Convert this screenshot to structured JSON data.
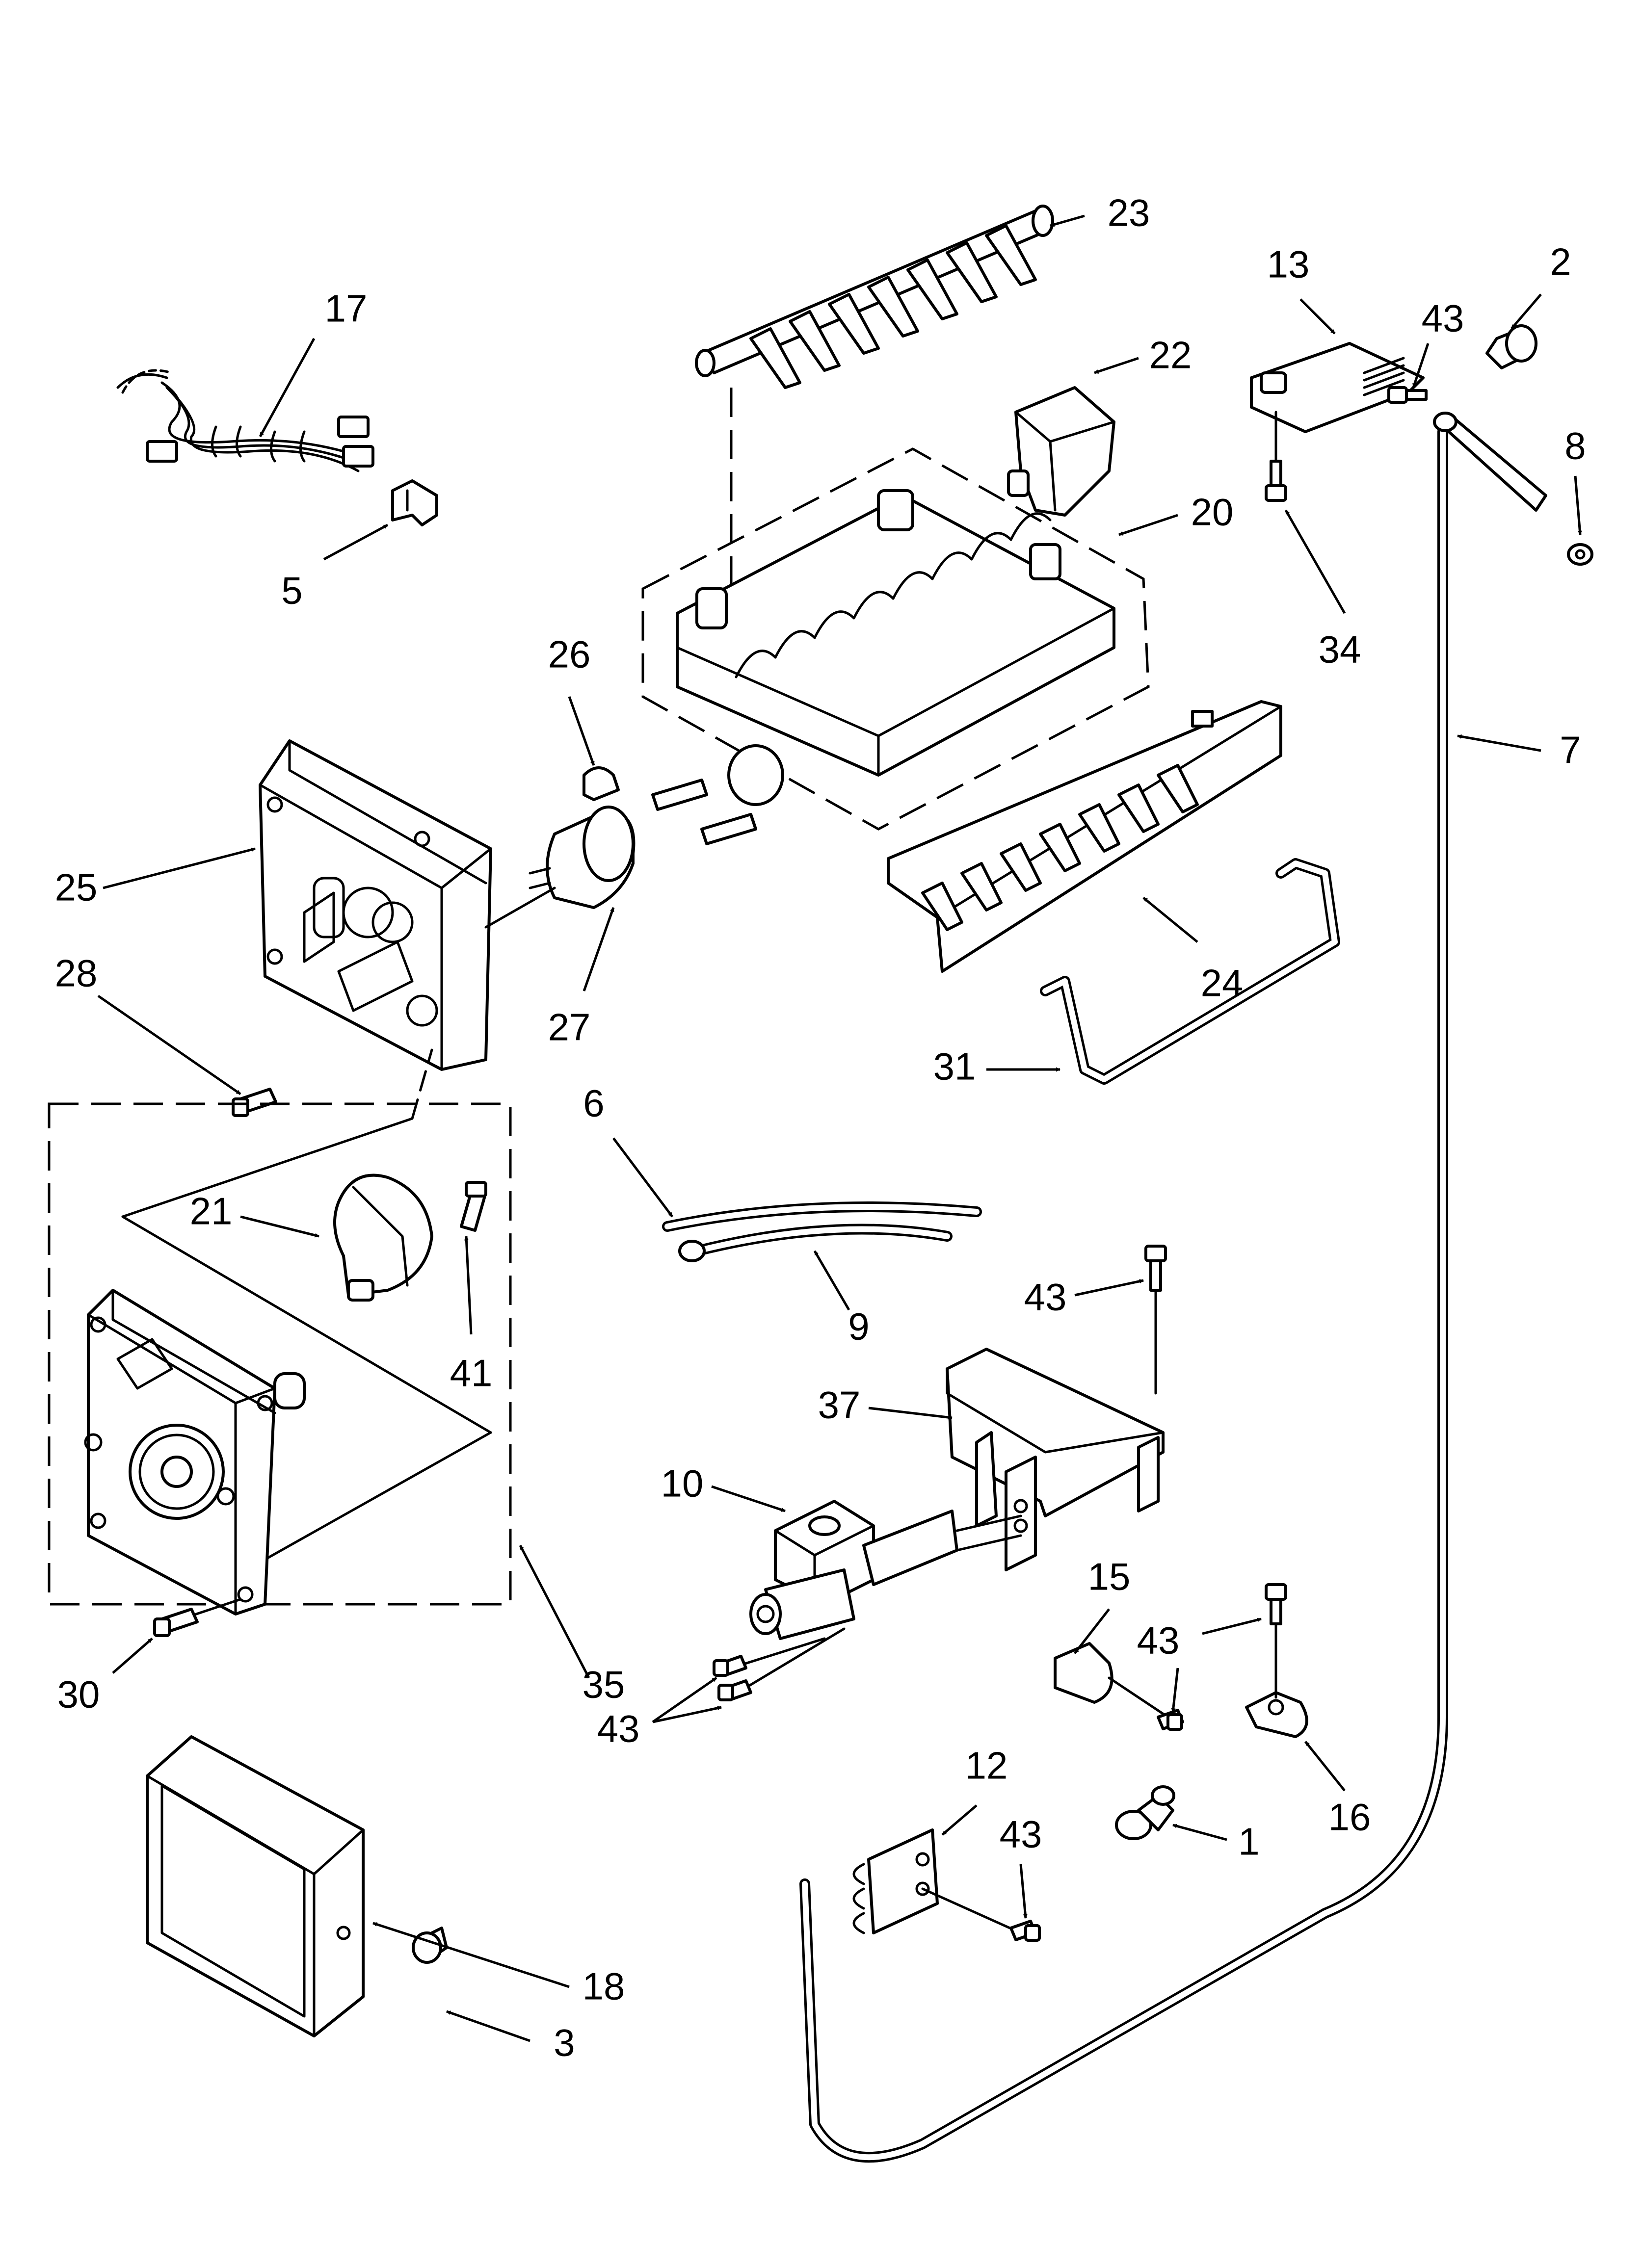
{
  "diagram": {
    "callouts": [
      {
        "id": "p23",
        "text": "23"
      },
      {
        "id": "p17",
        "text": "17"
      },
      {
        "id": "p13",
        "text": "13"
      },
      {
        "id": "p2",
        "text": "2"
      },
      {
        "id": "p43a",
        "text": "43"
      },
      {
        "id": "p22",
        "text": "22"
      },
      {
        "id": "p8",
        "text": "8"
      },
      {
        "id": "p20",
        "text": "20"
      },
      {
        "id": "p5",
        "text": "5"
      },
      {
        "id": "p34",
        "text": "34"
      },
      {
        "id": "p26",
        "text": "26"
      },
      {
        "id": "p7",
        "text": "7"
      },
      {
        "id": "p25",
        "text": "25"
      },
      {
        "id": "p28",
        "text": "28"
      },
      {
        "id": "p27",
        "text": "27"
      },
      {
        "id": "p24",
        "text": "24"
      },
      {
        "id": "p31",
        "text": "31"
      },
      {
        "id": "p6",
        "text": "6"
      },
      {
        "id": "p21",
        "text": "21"
      },
      {
        "id": "p41",
        "text": "41"
      },
      {
        "id": "p9",
        "text": "9"
      },
      {
        "id": "p43b",
        "text": "43"
      },
      {
        "id": "p37",
        "text": "37"
      },
      {
        "id": "p10",
        "text": "10"
      },
      {
        "id": "p15",
        "text": "15"
      },
      {
        "id": "p43c",
        "text": "43"
      },
      {
        "id": "p30",
        "text": "30"
      },
      {
        "id": "p35",
        "text": "35"
      },
      {
        "id": "p43d",
        "text": "43"
      },
      {
        "id": "p16",
        "text": "16"
      },
      {
        "id": "p12",
        "text": "12"
      },
      {
        "id": "p43e",
        "text": "43"
      },
      {
        "id": "p1",
        "text": "1"
      },
      {
        "id": "p18",
        "text": "18"
      },
      {
        "id": "p3",
        "text": "3"
      }
    ]
  }
}
